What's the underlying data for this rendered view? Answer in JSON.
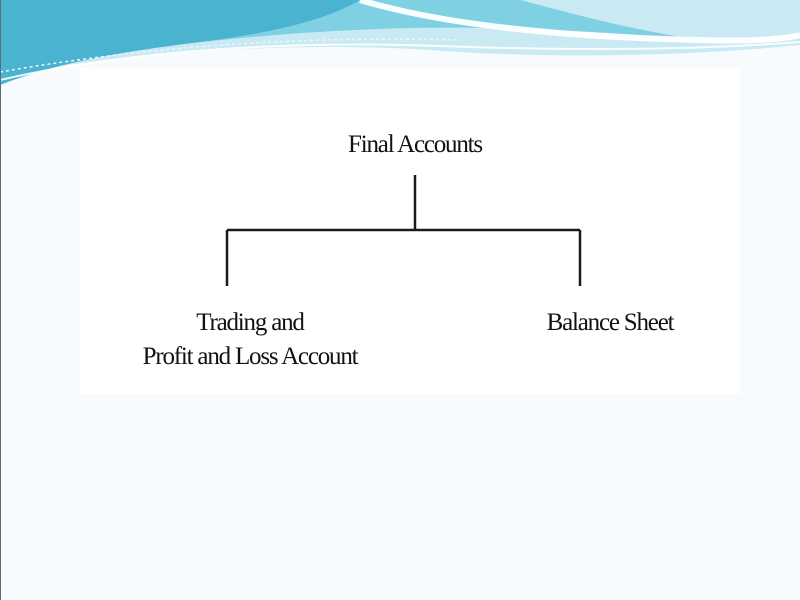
{
  "diagram": {
    "root": "Final Accounts",
    "children": [
      {
        "line1": "Trading and",
        "line2": "Profit and Loss Account"
      },
      {
        "line1": "Balance Sheet"
      }
    ]
  },
  "theme": {
    "wave_light": "#bfe6f0",
    "wave_mid": "#6cc7dc",
    "wave_dark": "#3aa5c4",
    "line_color": "#1a1a1a",
    "text_color": "#111111"
  }
}
